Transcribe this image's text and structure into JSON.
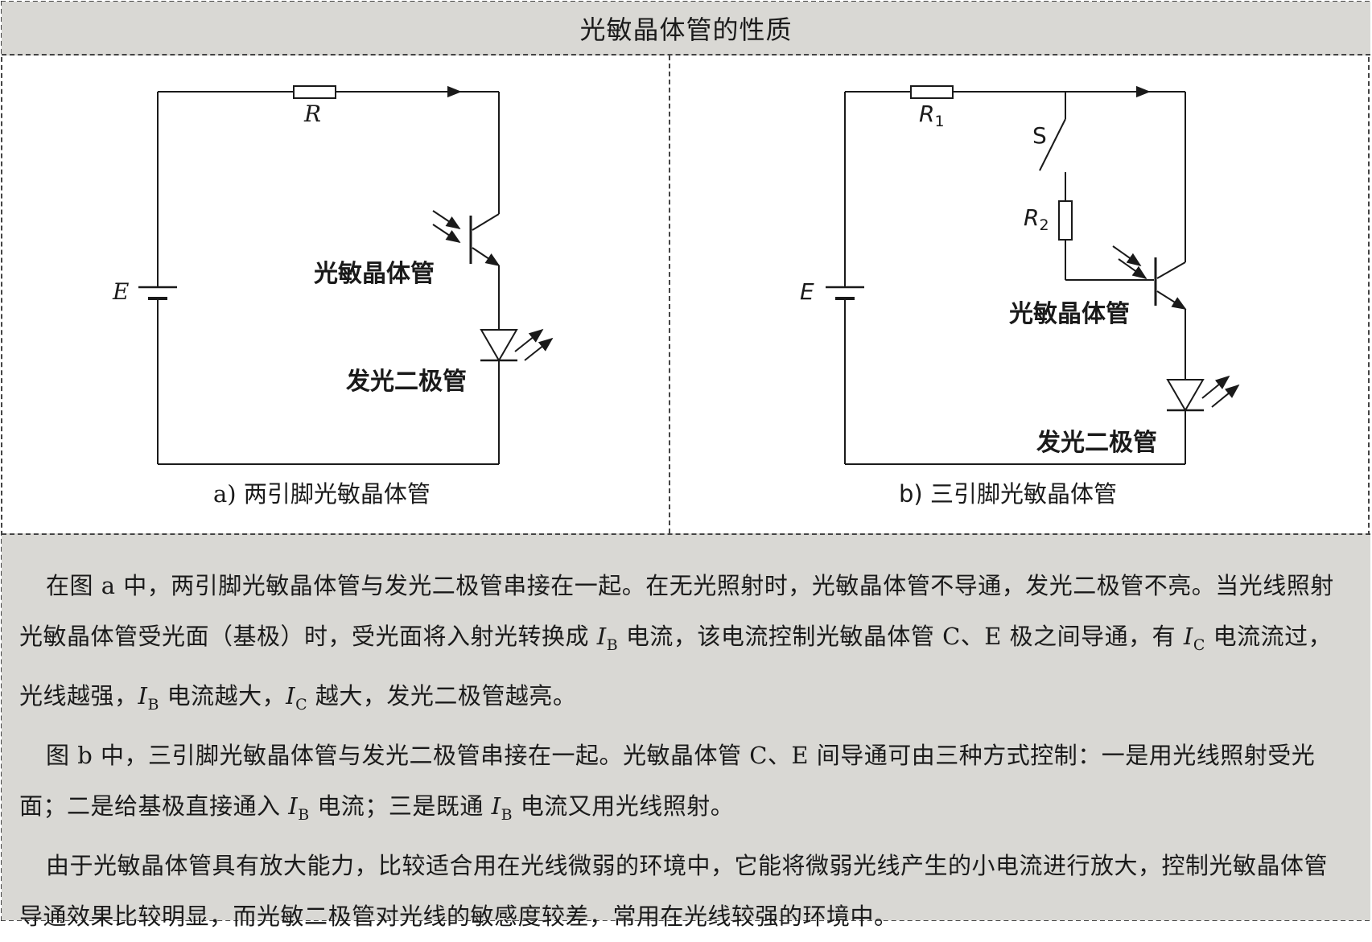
{
  "title": "光敏晶体管的性质",
  "diagram_a": {
    "resistor_label": "R",
    "battery_label": "E",
    "transistor_label": "光敏晶体管",
    "led_label": "发光二极管",
    "caption": "a) 两引脚光敏晶体管"
  },
  "diagram_b": {
    "resistor1_label": "R",
    "resistor1_sub": "1",
    "resistor2_label": "R",
    "resistor2_sub": "2",
    "switch_label": "S",
    "battery_label": "E",
    "transistor_label": "光敏晶体管",
    "led_label": "发光二极管",
    "caption": "b) 三引脚光敏晶体管"
  },
  "paragraphs": {
    "p1": {
      "a": "在图 a 中，两引脚光敏晶体管与发光二极管串接在一起。在无光照射时，光敏晶体管不导通，发光二极管不亮。当光线照射光敏晶体管受光面（基极）时，受光面将入射光转换成 ",
      "b": " 电流，该电流控制光敏晶体管 C、E 极之间导通，有 ",
      "c": " 电流流过，光线越强，",
      "d": " 电流越大，",
      "e": " 越大，发光二极管越亮。"
    },
    "p2": {
      "a": "图 b 中，三引脚光敏晶体管与发光二极管串接在一起。光敏晶体管 C、E 间导通可由三种方式控制：一是用光线照射受光面；二是给基极直接通入 ",
      "b": " 电流；三是既通 ",
      "c": " 电流又用光线照射。"
    },
    "p3": "由于光敏晶体管具有放大能力，比较适合用在光线微弱的环境中，它能将微弱光线产生的小电流进行放大，控制光敏晶体管导通效果比较明显，而光敏二极管对光线的敏感度较差，常用在光线较强的环境中。"
  },
  "symbols": {
    "I": "I",
    "B": "B",
    "C": "C"
  }
}
